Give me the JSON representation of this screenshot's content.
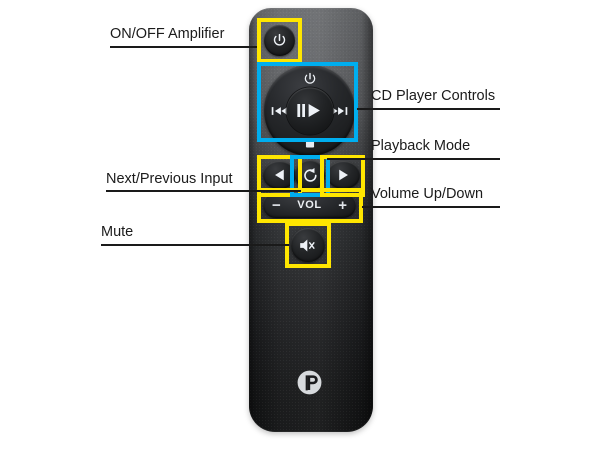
{
  "diagram": {
    "title": "Remote control button function callouts",
    "device": "audio amplifier / CD player remote"
  },
  "colors": {
    "highlight_yellow": "#ffe600",
    "highlight_blue": "#00aeef",
    "leader_line": "#1a1a1a",
    "label_text": "#1b1b1b",
    "body_top": "#6b6d70",
    "body_bottom": "#121314",
    "logo": "#d7dadd"
  },
  "callouts": [
    {
      "id": "power",
      "label": "ON/OFF Amplifier",
      "side": "left",
      "highlight": "yellow"
    },
    {
      "id": "cd_controls",
      "label": "CD Player Controls",
      "side": "right",
      "highlight": "blue"
    },
    {
      "id": "playback_mode",
      "label": "Playback Mode",
      "side": "right",
      "highlight": "blue"
    },
    {
      "id": "inputs",
      "label": "Next/Previous Input",
      "side": "left",
      "highlight": "yellow"
    },
    {
      "id": "volume",
      "label": "Volume Up/Down",
      "side": "right",
      "highlight": "yellow"
    },
    {
      "id": "mute",
      "label": "Mute",
      "side": "left",
      "highlight": "yellow"
    }
  ],
  "remote": {
    "power_button": {
      "icon": "power-icon"
    },
    "dpad": {
      "up": {
        "icon": "power-icon",
        "label": ""
      },
      "left": {
        "icon": "previous-track-icon",
        "label": ""
      },
      "right": {
        "icon": "next-track-icon",
        "label": ""
      },
      "down": {
        "icon": "stop-icon",
        "label": ""
      },
      "center": {
        "icon": "play-pause-icon",
        "label": ""
      }
    },
    "input_prev": {
      "icon": "triangle-left-icon"
    },
    "input_next": {
      "icon": "triangle-right-icon"
    },
    "playback_mode": {
      "icon": "loop-repeat-icon"
    },
    "volume": {
      "minus": "−",
      "label": "VOL",
      "plus": "+"
    },
    "mute": {
      "icon": "speaker-mute-icon"
    },
    "brand_logo": {
      "icon": "p-monogram-logo"
    }
  }
}
